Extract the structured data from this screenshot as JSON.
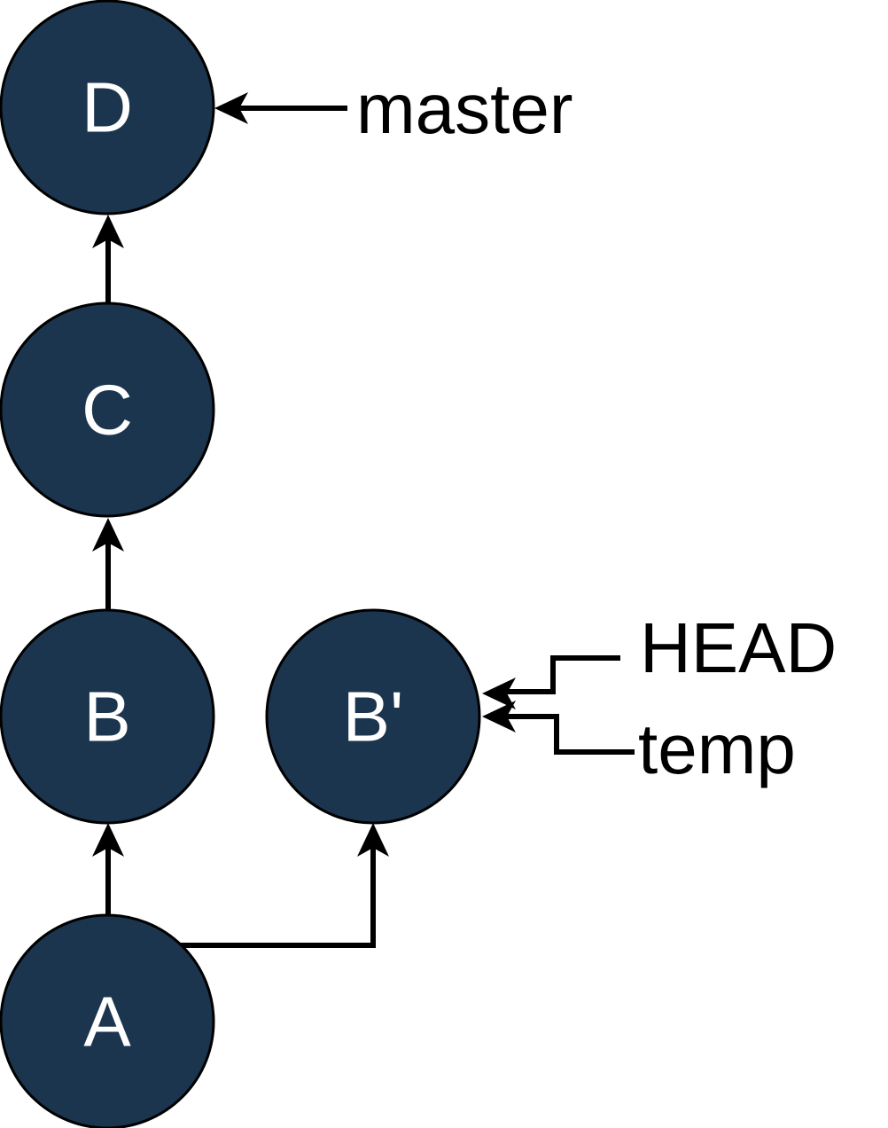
{
  "nodes": {
    "a": "A",
    "b": "B",
    "b_prime": "B'",
    "c": "C",
    "d": "D"
  },
  "refs": {
    "master": "master",
    "head": "HEAD",
    "temp": "temp"
  },
  "colors": {
    "node_fill": "#1b354f",
    "node_text": "#ffffff",
    "edge": "#000000",
    "ref_text": "#000000"
  }
}
